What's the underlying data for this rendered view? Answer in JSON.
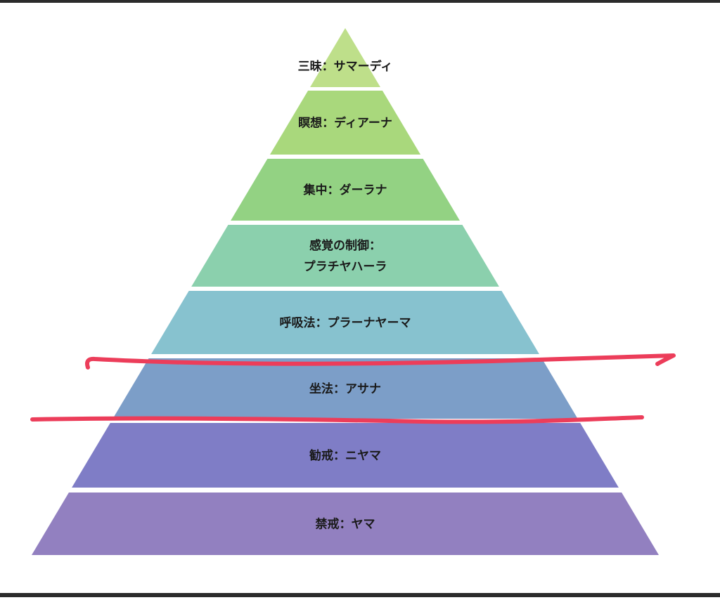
{
  "diagram": {
    "tiers": [
      {
        "label": "三昧：サマーディ",
        "color": "#bedf8a"
      },
      {
        "label": "瞑想：ディアーナ",
        "color": "#a9d87c"
      },
      {
        "label": "集中：ダーラナ",
        "color": "#93d283"
      },
      {
        "label": "感覚の制御：\nプラチヤハーラ",
        "color": "#8bd0ad"
      },
      {
        "label": "呼吸法：プラーナヤーマ",
        "color": "#87c2cf"
      },
      {
        "label": "坐法：アサナ",
        "color": "#7c9ec8"
      },
      {
        "label": "勧戒：ニヤマ",
        "color": "#7f7dc6"
      },
      {
        "label": "禁戒：ヤマ",
        "color": "#9280c0"
      }
    ],
    "annotation": {
      "color": "#ec3d5a",
      "highlighted_tier": "坐法：アサナ"
    }
  }
}
